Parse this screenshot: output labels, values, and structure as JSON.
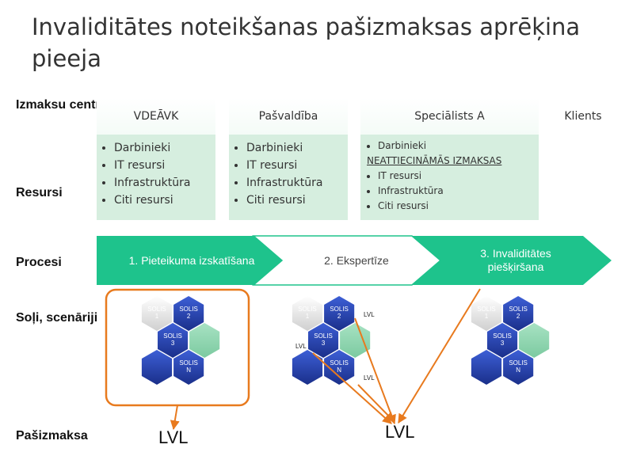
{
  "title": "Invaliditātes noteikšanas pašizmaksas aprēķina pieeja",
  "row_labels": {
    "izmaksu_centri": "Izmaksu centri",
    "resursi": "Resursi",
    "procesi": "Procesi",
    "soli": "Soļi, scenāriji",
    "pasizmaksa": "Pašizmaksa"
  },
  "columns": {
    "vdeavk": "VDEĀVK",
    "pasvaldiba": "Pašvaldība",
    "specialists": "Speciālists A",
    "klients": "Klients"
  },
  "resources": {
    "vdeavk": [
      "Darbinieki",
      "IT resursi",
      "Infrastruktūra",
      "Citi resursi"
    ],
    "pasvaldiba": [
      "Darbinieki",
      "IT resursi",
      "Infrastruktūra",
      "Citi resursi"
    ],
    "specialists": {
      "first": "Darbinieki",
      "note": "NEATTIECINĀMĀS IZMAKSAS",
      "rest": [
        "IT resursi",
        "Infrastruktūra",
        "Citi resursi"
      ]
    }
  },
  "processes": [
    "1. Pieteikuma izskatīšana",
    "2. Ekspertīze",
    "3. Invaliditātes piešķiršana"
  ],
  "steps": {
    "s1": "SOLIS 1",
    "s2": "SOLIS 2",
    "s3": "SOLIS 3",
    "sn": "SOLIS N"
  },
  "lvl": {
    "big_left": "LVL",
    "big_right": "LVL",
    "small": "LVL"
  },
  "colors": {
    "accent_green": "#1ec38c",
    "resource_bg": "#d6eedf",
    "hex_blue": "#1f3fa8",
    "hex_green": "#8fd6b0",
    "hex_gray": "#d9d9d9",
    "highlight_orange": "#e87a1e"
  }
}
